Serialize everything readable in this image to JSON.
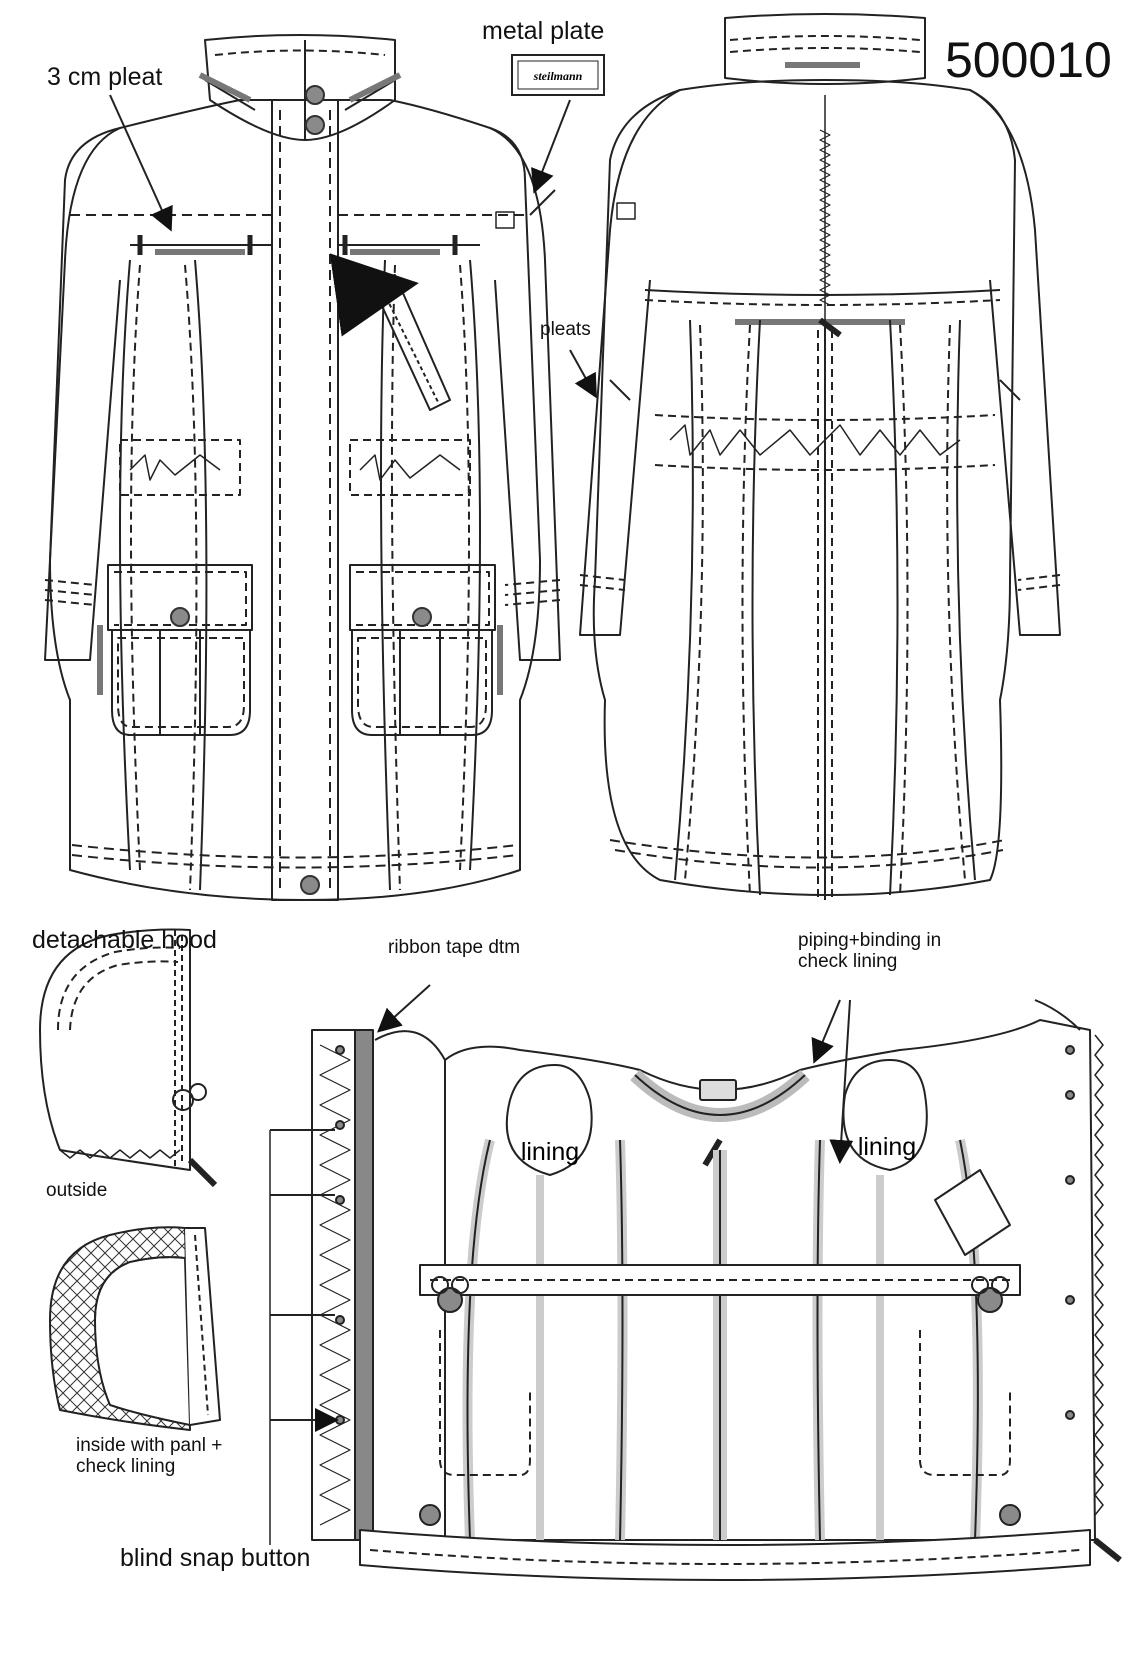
{
  "style_number": "500010",
  "brand_plate_text": "steilmann",
  "callouts": {
    "pleat_3cm": "3 cm pleat",
    "metal_plate": "metal plate",
    "pleats": "pleats",
    "detachable_hood": "detachable hood",
    "ribbon_tape": "ribbon tape dtm",
    "piping_binding": "piping+binding in check lining",
    "hood_outside": "outside",
    "hood_inside": "inside with panl + check lining",
    "blind_snap": "blind snap button",
    "lining": "lining"
  },
  "colors": {
    "line": "#222222",
    "accent_grey": "#777777",
    "button": "#8a8a8a"
  }
}
